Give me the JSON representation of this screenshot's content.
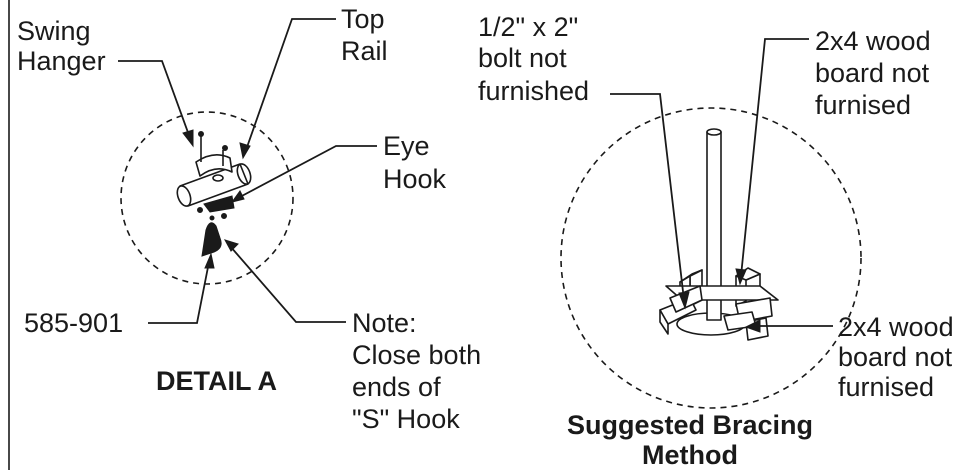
{
  "detail_a": {
    "title": "DETAIL A",
    "labels": {
      "swing_hanger": [
        "Swing",
        "Hanger"
      ],
      "top_rail": [
        "Top",
        "Rail"
      ],
      "eye_hook": [
        "Eye",
        "Hook"
      ],
      "part_number": "585-901",
      "note": [
        "Note:",
        "Close both",
        "ends of",
        "\"S\" Hook"
      ]
    }
  },
  "bracing": {
    "title": [
      "Suggested Bracing",
      "Method"
    ],
    "labels": {
      "bolt": [
        "1/2\" x 2\"",
        "bolt not",
        "furnished"
      ],
      "board_top": [
        "2x4 wood",
        "board not",
        "furnised"
      ],
      "board_bottom": [
        "2x4 wood",
        "board not",
        "furnised"
      ]
    }
  }
}
